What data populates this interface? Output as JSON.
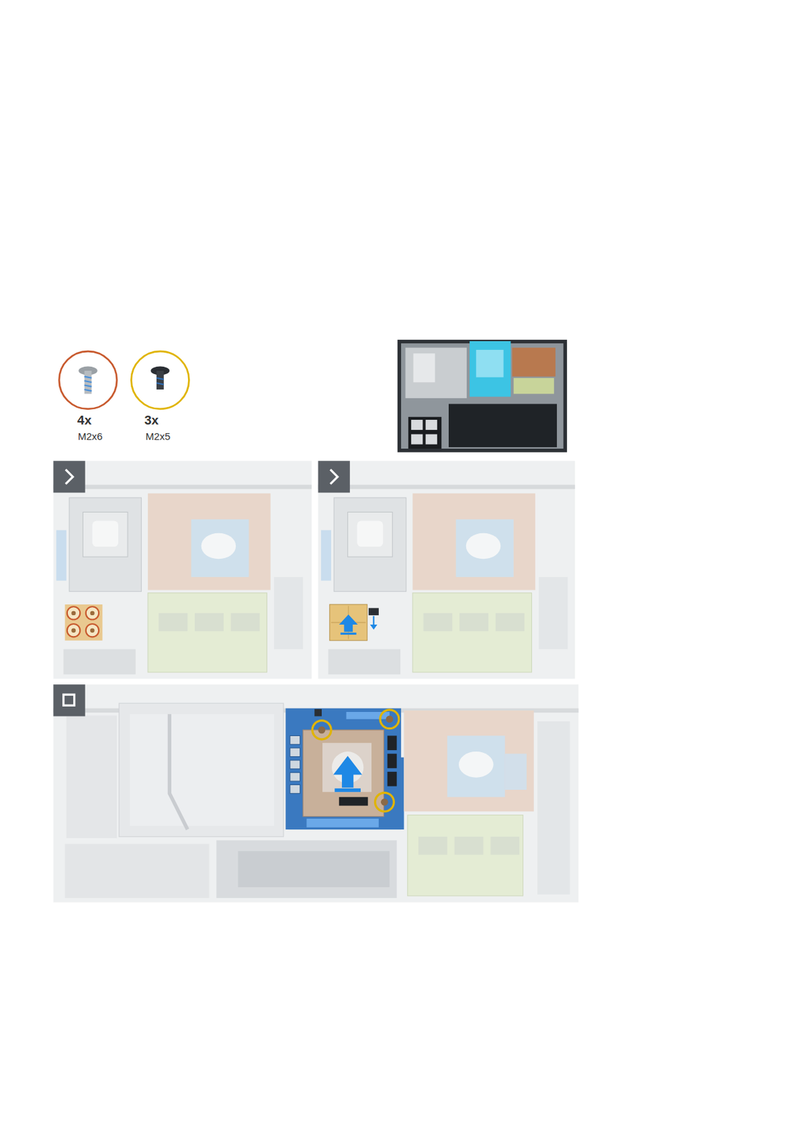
{
  "diagram": {
    "labels": [
      "4x",
      "M2x6",
      "3x",
      "M2x5"
    ]
  }
}
